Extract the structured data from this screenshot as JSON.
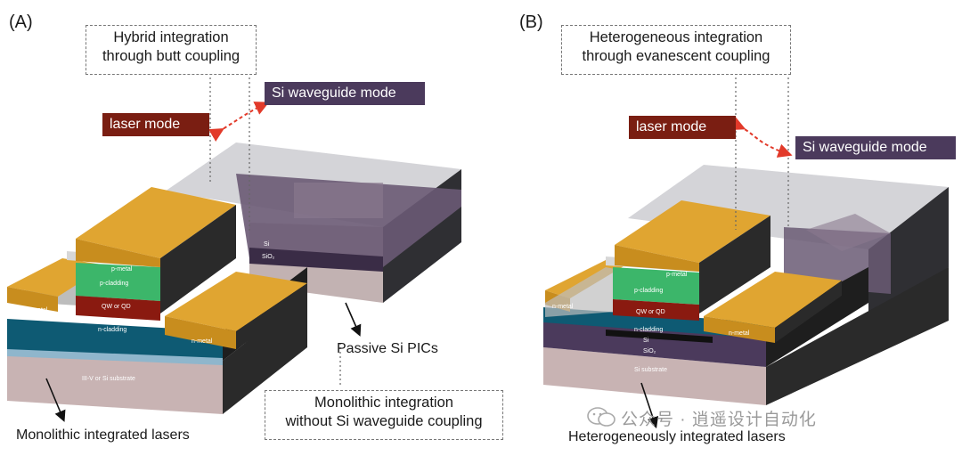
{
  "panelA": {
    "letter": "(A)",
    "box_title_1": "Hybrid integration",
    "box_title_2": "through butt coupling",
    "si_mode": "Si waveguide mode",
    "laser_mode": "laser mode",
    "layers": {
      "p_metal": "p-metal",
      "p_cladding": "p-cladding",
      "qw_qd": "QW or QD",
      "n_cladding": "n-cladding",
      "n_metal": "n-metal",
      "substrate": "III-V or Si substrate",
      "si": "Si",
      "sio2": "SiO₂"
    },
    "passive_label": "Passive Si PICs",
    "bottom_label": "Monolithic integrated lasers",
    "mono_box_1": "Monolithic integration",
    "mono_box_2": "without Si waveguide coupling"
  },
  "panelB": {
    "letter": "(B)",
    "box_title_1": "Heterogeneous integration",
    "box_title_2": "through evanescent coupling",
    "laser_mode": "laser mode",
    "si_mode": "Si waveguide mode",
    "layers": {
      "p_metal": "p-metal",
      "p_cladding": "p-cladding",
      "qw_qd": "QW or QD",
      "n_cladding": "n-cladding",
      "n_metal": "n-metal",
      "si": "Si",
      "sio2": "SiO₂",
      "substrate": "Si substrate"
    },
    "bottom_label": "Heterogeneously integrated lasers"
  },
  "watermark": "公众号 · 逍遥设计自动化",
  "colors": {
    "gold": "#e0a531",
    "green": "#3cb66a",
    "red": "#8a1a10",
    "teal": "#0e5a73",
    "dark": "#2a2a2a",
    "purple": "#4b3a5c",
    "pink": "#c9b3b3"
  }
}
